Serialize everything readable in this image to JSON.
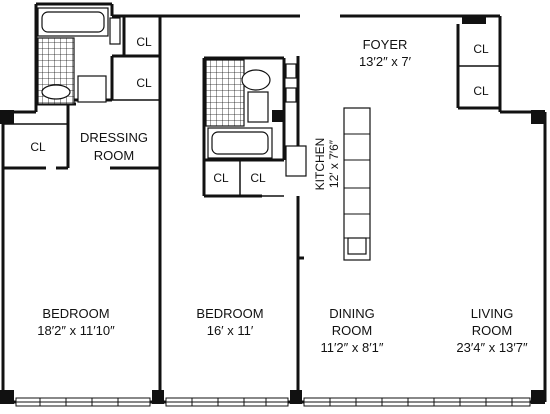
{
  "rooms": {
    "foyer": {
      "name": "FOYER",
      "size": "13′2″ x 7′"
    },
    "dressing_room": {
      "line1": "DRESSING",
      "line2": "ROOM"
    },
    "kitchen": {
      "name": "KITCHEN",
      "size": "12′ x 7′6″"
    },
    "bedroom_1": {
      "name": "BEDROOM",
      "size": "18′2″ x 11′10″"
    },
    "bedroom_2": {
      "name": "BEDROOM",
      "size": "16′ x 11′"
    },
    "dining_room": {
      "line1": "DINING",
      "line2": "ROOM",
      "size": "11′2″ x 8′1″"
    },
    "living_room": {
      "line1": "LIVING",
      "line2": "ROOM",
      "size": "23′4″ x 13′7″"
    }
  },
  "closets": {
    "label": "CL"
  }
}
